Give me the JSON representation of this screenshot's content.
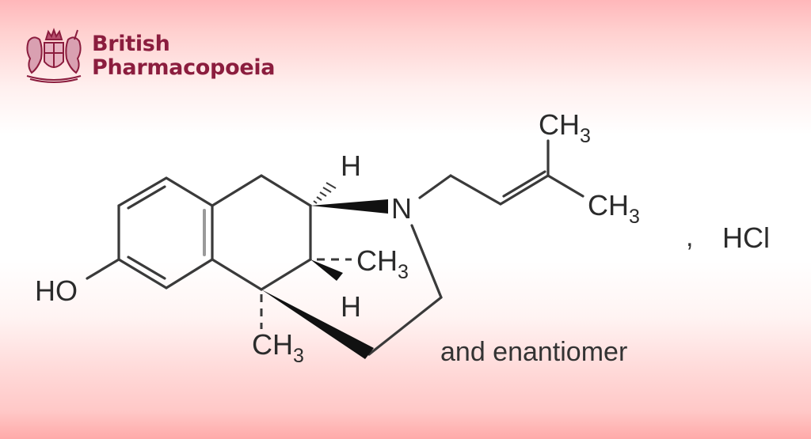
{
  "brand": {
    "line1": "British",
    "line2": "Pharmacopoeia",
    "color": "#8b1d3e",
    "crest_icon": "royal-coat-of-arms-icon"
  },
  "structure": {
    "atoms": {
      "hydroxyl": "HO",
      "nitrogen": "N",
      "h_top": "H",
      "h_bottom": "H",
      "methyl_c": "CH",
      "methyl_sub": "3"
    },
    "salt_separator": ",",
    "salt": "HCl",
    "caption": "and enantiomer"
  },
  "background": {
    "top": "#ffb7ba",
    "middle": "#ffffff",
    "bottom": "#ffaaa9"
  }
}
